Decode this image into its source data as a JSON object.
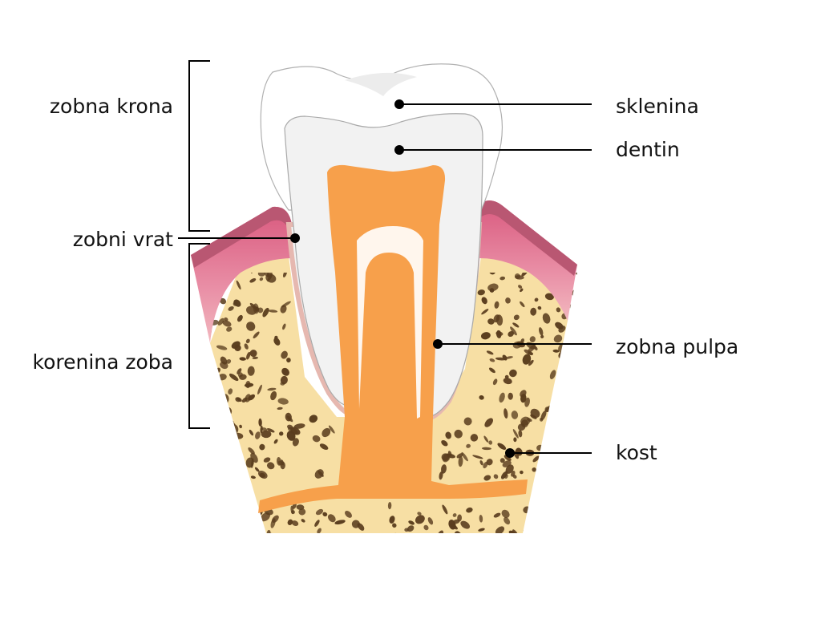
{
  "labels": {
    "crown": "zobna krona",
    "neck": "zobni vrat",
    "root": "korenina zoba",
    "enamel": "sklenina",
    "dentin": "dentin",
    "pulp": "zobna pulpa",
    "bone": "kost"
  },
  "colors": {
    "enamel": "#ffffff",
    "dentin": "#f3f3f3",
    "pulp": "#f7a04b",
    "gum": "#de6f8f",
    "gum_dark": "#b95772",
    "bone": "#f7dfa4",
    "marrow": "#5a3d1e",
    "line": "#000000"
  }
}
